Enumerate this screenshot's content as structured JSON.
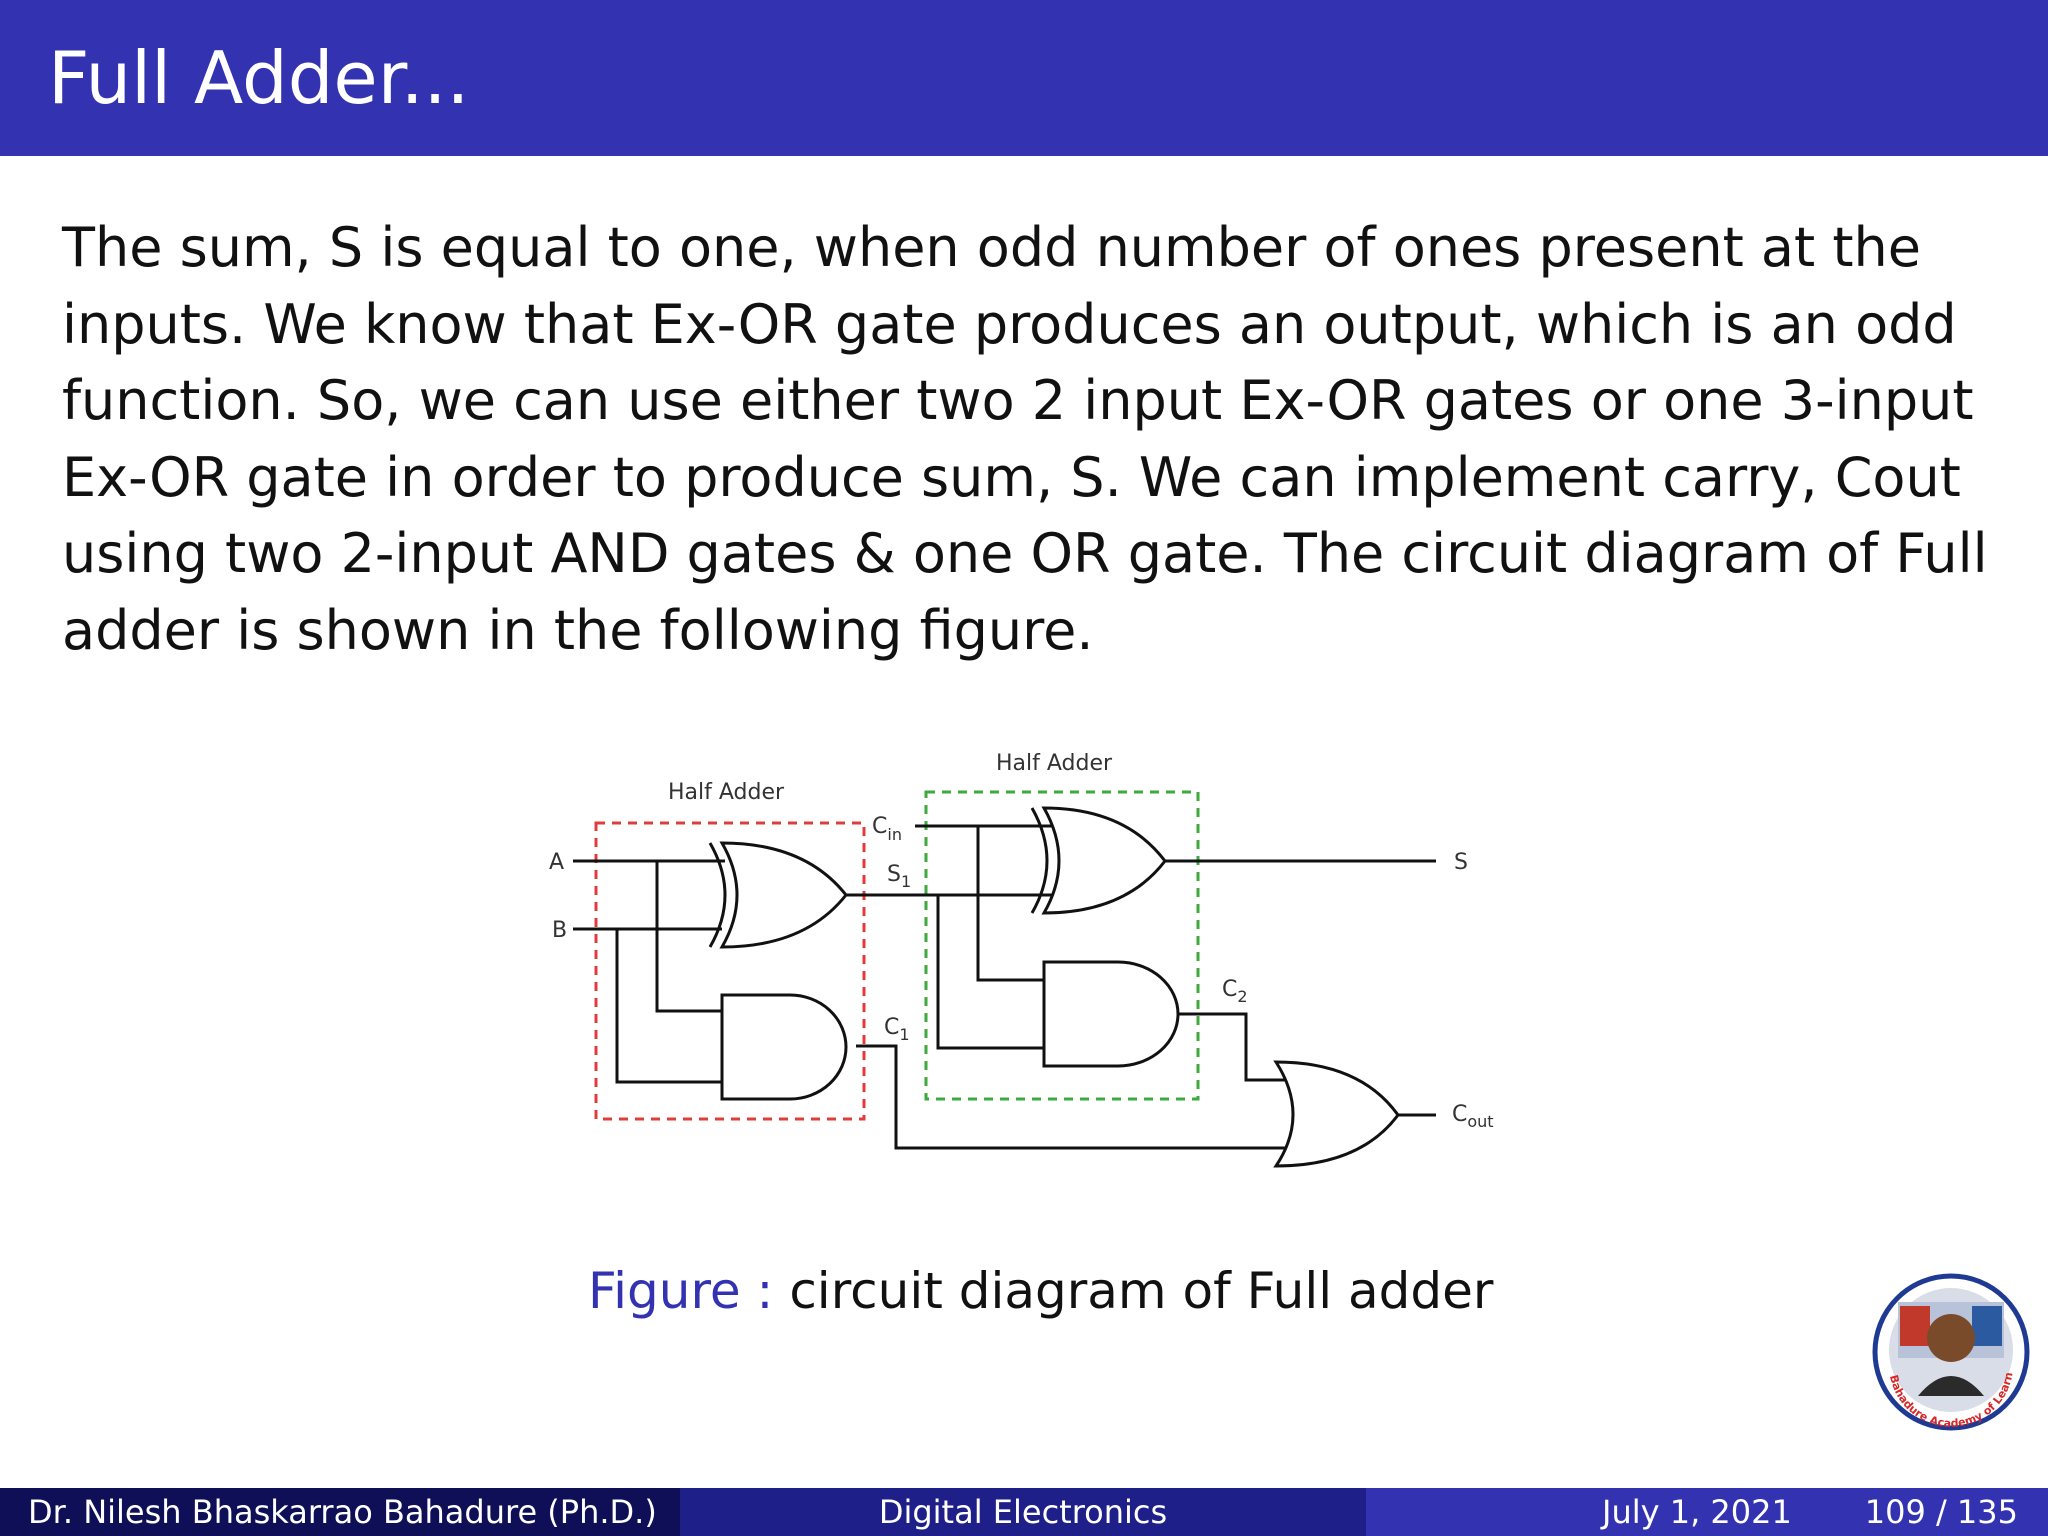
{
  "slide": {
    "title": "Full Adder...",
    "paragraph_lines": [
      "The sum, S is equal to one, when odd number of ones present at the",
      "inputs.  We know that Ex-OR gate produces an output, which is an odd",
      "function.  So, we can use either two 2 input Ex-OR gates or one 3-input",
      "Ex-OR gate in order to produce sum, S. We can implement carry, Cout",
      "using two 2-input AND gates & one OR gate.  The circuit diagram of Full",
      "adder is shown in the following figure."
    ]
  },
  "figure": {
    "caption_label": "Figure :",
    "caption_text": "circuit diagram of Full adder"
  },
  "circuit": {
    "half_adder_1_label": "Half Adder",
    "half_adder_2_label": "Half Adder",
    "input_a": "A",
    "input_b": "B",
    "cin_main": "C",
    "cin_sub": "in",
    "s1_main": "S",
    "s1_sub": "1",
    "c1_main": "C",
    "c1_sub": "1",
    "c2_main": "C",
    "c2_sub": "2",
    "sum_output": "S",
    "cout_main": "C",
    "cout_sub": "out",
    "colors": {
      "half_adder_1_border": "#e03c3c",
      "half_adder_2_border": "#3cab3c",
      "wire": "#111111"
    }
  },
  "logo": {
    "text": "Bahadure Academy of Learning",
    "colors": {
      "ring": "#1f3a93",
      "text": "#d62828"
    }
  },
  "footer": {
    "author": "Dr. Nilesh Bhaskarrao Bahadure  (Ph.D.)",
    "subject": "Digital Electronics",
    "date": "July 1, 2021",
    "page": "109  /  135"
  },
  "theme": {
    "title_bar": "#3333b2",
    "footer_dark": "#0f0f57",
    "footer_mid": "#1f1f8a",
    "footer_light": "#3333b2"
  }
}
